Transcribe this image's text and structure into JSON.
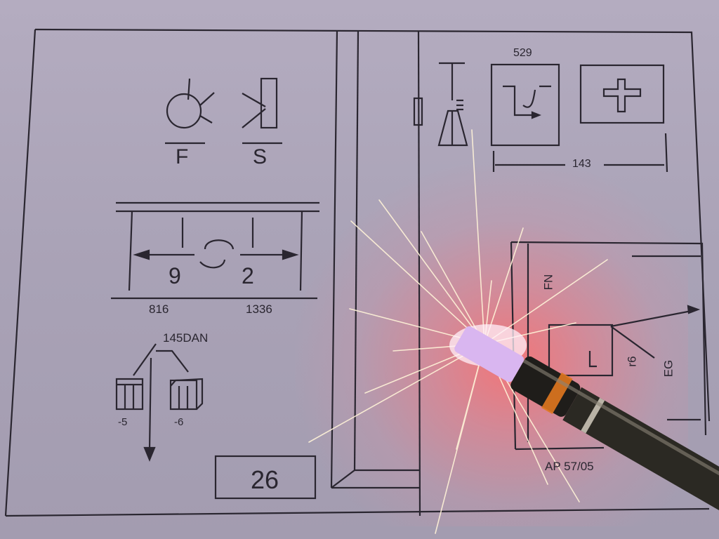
{
  "scene": {
    "description": "Technical schematic drawing on paper with a laser/welding pen emitting sparks",
    "paper_color": "#aea7bb",
    "ink_color": "#2a2630",
    "glow_color": "#ff6e6e",
    "spark_color": "#fff3d8"
  },
  "drawing": {
    "symbols": [
      {
        "name": "F",
        "label": "F"
      },
      {
        "name": "S",
        "label": "S"
      }
    ],
    "dimension_block": {
      "left_value": "9",
      "right_value": "2",
      "left_measure": "816",
      "right_measure": "1336"
    },
    "load": {
      "label": "145DAN",
      "left_weight": "-5",
      "right_weight": "-6"
    },
    "box_value": "26",
    "top_right": {
      "box_label": "529",
      "dimension": "143"
    },
    "right_panel": {
      "label_fn": "FN",
      "label_r6": "r6",
      "label_eg": "EG",
      "reference": "AP 57/05"
    }
  }
}
